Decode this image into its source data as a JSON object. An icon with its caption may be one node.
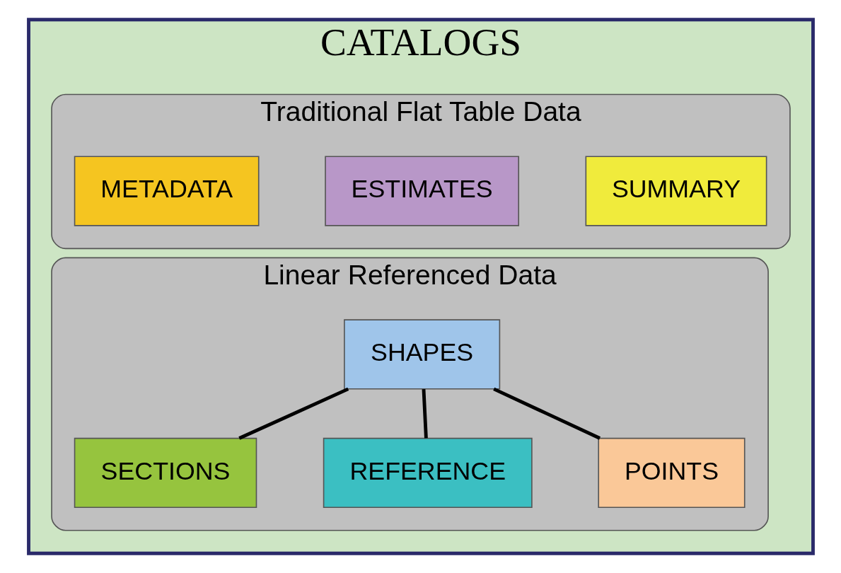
{
  "diagram": {
    "nodes": [
      {
        "text": [
          "CATALOGS"
        ]
      },
      {
        "text": [
          "Traditional Flat Table Data"
        ],
        "in": 0
      },
      {
        "text": [
          "SUMMARY"
        ],
        "in": 1
      },
      {
        "text": [
          "ESTIMATES"
        ],
        "in": 1
      },
      {
        "text": [
          "METADATA"
        ],
        "in": 1
      },
      {
        "text": [
          "Linear Referenced Data"
        ],
        "in": 0
      },
      {
        "text": [
          "SHAPES"
        ],
        "in": 5
      },
      {
        "text": [
          "SECTIONS"
        ],
        "in": 5
      },
      {
        "text": [
          "REFERENCE"
        ],
        "in": 5
      },
      {
        "text": [
          "POINTS"
        ],
        "in": 5
      }
    ],
    "edges": [
      {
        "from": 6,
        "to": 7,
        "arrow": "none"
      },
      {
        "from": 6,
        "to": 8,
        "arrow": "none"
      },
      {
        "from": 6,
        "to": 9,
        "arrow": "none"
      }
    ]
  }
}
